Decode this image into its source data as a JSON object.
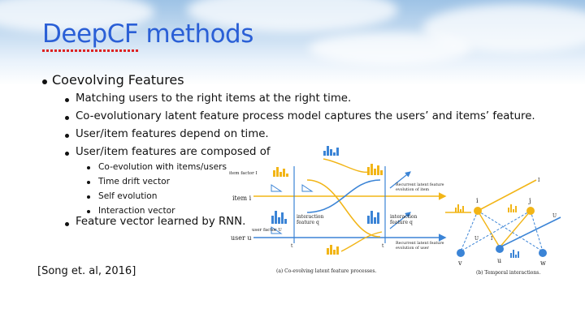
{
  "slide": {
    "title": "DeepCF methods",
    "bullets": {
      "b1": "Coevolving Features",
      "b1_1": "Matching users to the right items at the right time.",
      "b1_2": "Co-evolutionary latent feature process model captures the users’ and items’ feature.",
      "b1_3": " User/item features depend on time.",
      "b1_4": "User/item features are composed of",
      "b1_4_1": "Co-evolution with items/users",
      "b1_4_2": "Time drift vector",
      "b1_4_3": "Self evolution",
      "b1_4_4": "Interaction vector",
      "b1_5": "Feature vector learned by RNN."
    },
    "citation": "[Song et. al, 2016]"
  },
  "figure": {
    "labels": {
      "item_factor": "item factor I",
      "user_factor": "user factor U",
      "item_i": "item i",
      "user_u": "user u",
      "interaction_feature_1": "interaction",
      "interaction_feature_2": "feature q",
      "recurrent_item_1": "Recurrent latent feature",
      "recurrent_item_2": "evolution of item",
      "recurrent_user_1": "Recurrent latent feature",
      "recurrent_user_2": "evolution of user",
      "caption_a": "(a) Co-evolving latent feature processes.",
      "caption_b": "(b) Temporal interactions.",
      "i_label": "i",
      "j_label": "j",
      "v_label": "v",
      "u_label": "u",
      "w_label": "w",
      "ui_t": "U",
      "ii_t": "I",
      "tk": "t",
      "tk1": "t"
    },
    "colors": {
      "item": "#f2b517",
      "user": "#3b84d6",
      "title": "#2a5fd6"
    }
  }
}
